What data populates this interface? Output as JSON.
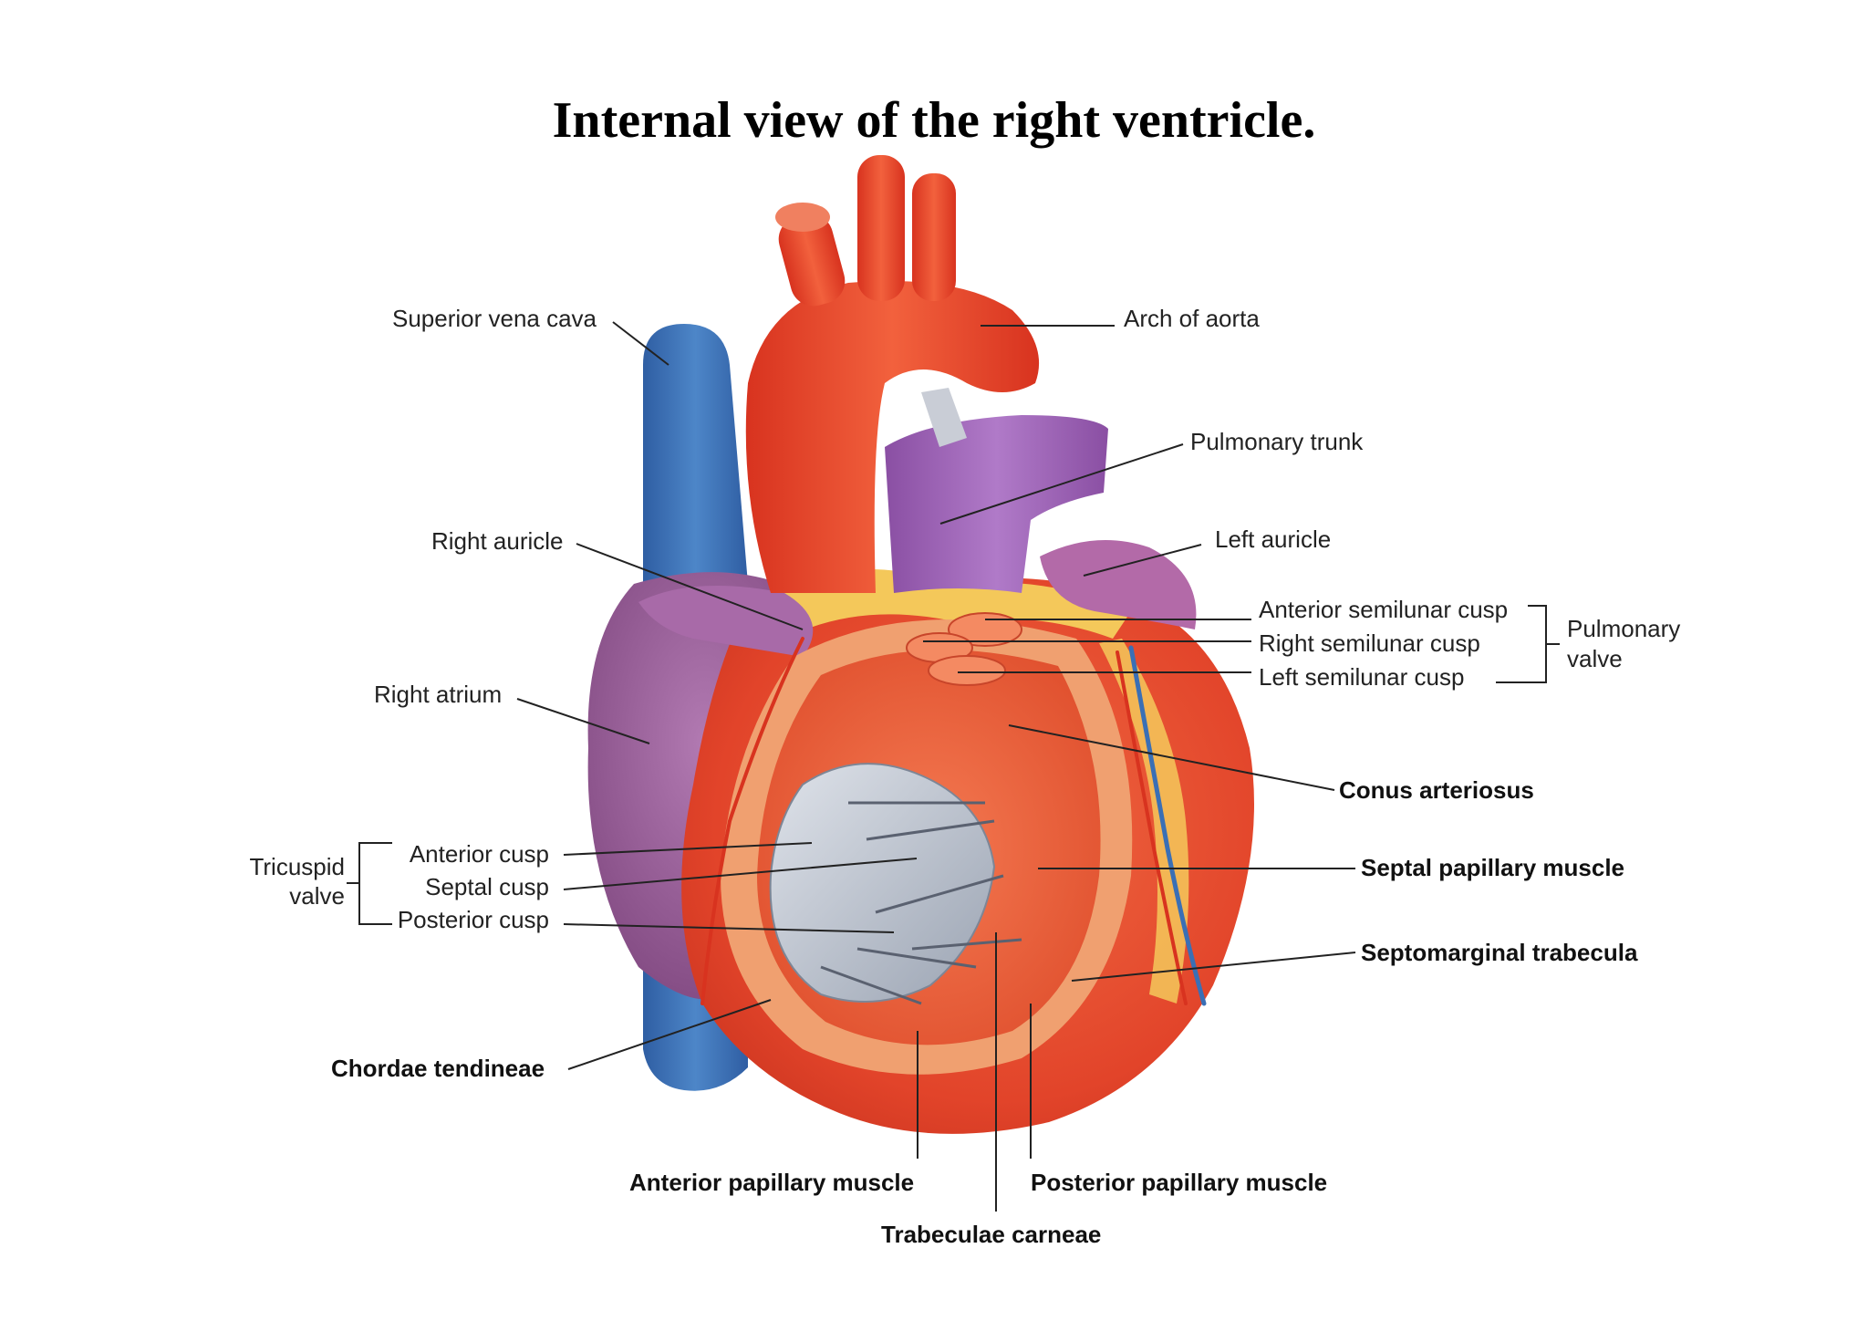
{
  "title": "Internal view of the right ventricle.",
  "labels": {
    "superior_vena_cava": "Superior vena cava",
    "arch_of_aorta": "Arch of aorta",
    "pulmonary_trunk": "Pulmonary trunk",
    "right_auricle": "Right auricle",
    "left_auricle": "Left auricle",
    "anterior_semilunar_cusp": "Anterior semilunar cusp",
    "right_semilunar_cusp": "Right semilunar cusp",
    "left_semilunar_cusp": "Left semilunar cusp",
    "pulmonary_valve_line1": "Pulmonary",
    "pulmonary_valve_line2": "valve",
    "right_atrium": "Right atrium",
    "conus_arteriosus": "Conus arteriosus",
    "tricuspid_valve_line1": "Tricuspid",
    "tricuspid_valve_line2": "valve",
    "anterior_cusp": "Anterior cusp",
    "septal_cusp": "Septal cusp",
    "posterior_cusp": "Posterior cusp",
    "septal_papillary_muscle": "Septal papillary muscle",
    "septomarginal_trabecula": "Septomarginal trabecula",
    "chordae_tendineae": "Chordae tendineae",
    "anterior_papillary_muscle": "Anterior papillary muscle",
    "posterior_papillary_muscle": "Posterior papillary muscle",
    "trabeculae_carneae": "Trabeculae carneae"
  },
  "colors": {
    "aorta": "#e8432a",
    "vena_cava": "#3a6fb5",
    "pulmonary_trunk": "#9b5fb0",
    "atrium": "#9a5a9a",
    "ventricle": "#e24a2c",
    "fat": "#f4c85a",
    "valve": "#b8c0cc"
  }
}
